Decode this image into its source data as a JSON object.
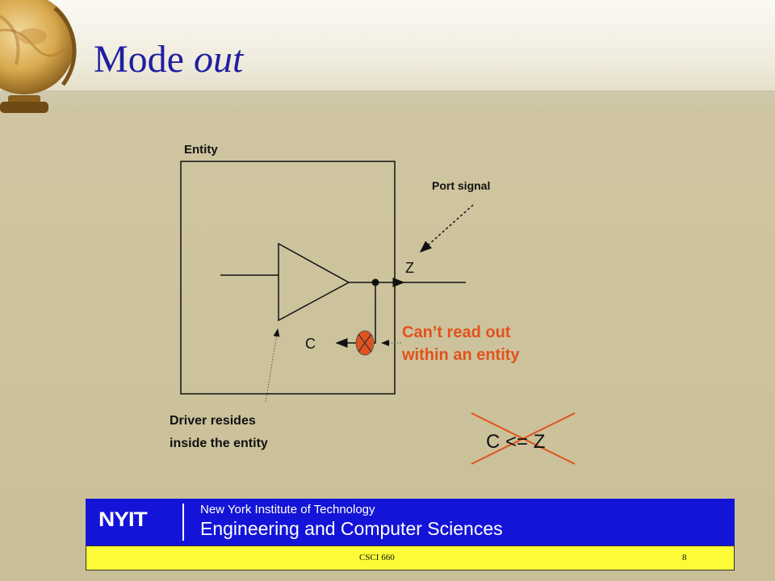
{
  "slide": {
    "title_main": "Mode ",
    "title_emphasis": "out"
  },
  "diagram": {
    "entity_label": "Entity",
    "port_signal_label": "Port signal",
    "output_port_label": "Z",
    "internal_signal_label": "C",
    "warning_line1": "Can’t read out",
    "warning_line2": "within an entity",
    "driver_line1": "Driver resides",
    "driver_line2": "inside the entity",
    "forbidden_statement": "C <= Z",
    "colors": {
      "title": "#1f1fa0",
      "warning": "#e2521d",
      "cross": "#e2521d",
      "x_marker_fill": "#e2521d"
    }
  },
  "footer": {
    "logo_text": "NYIT",
    "institution": "New York Institute of Technology",
    "department": "Engineering and Computer Sciences",
    "course": "CSCI  660",
    "page_number": "8",
    "colors": {
      "band": "#1414d8",
      "strip": "#fbfb37"
    }
  }
}
